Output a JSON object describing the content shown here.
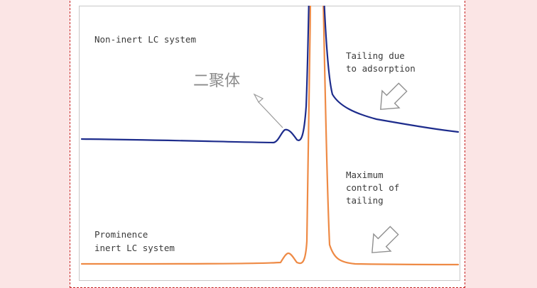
{
  "chart_data": {
    "type": "line",
    "title": "",
    "xlabel": "",
    "ylabel": "",
    "grid": false,
    "series": [
      {
        "label_lines": [
          "Non-inert LC system"
        ],
        "color": "#1d2c8c"
      },
      {
        "label_lines": [
          "Prominence",
          "inert LC system"
        ],
        "color": "#ee8a45"
      }
    ],
    "annotations": [
      {
        "id": "dimer",
        "text": "二聚体"
      },
      {
        "id": "tailing",
        "lines": [
          "Tailing due",
          "to adsorption"
        ]
      },
      {
        "id": "control",
        "lines": [
          "Maximum",
          "control of",
          "tailing"
        ]
      }
    ],
    "colors": {
      "arrow_fill": "#ffffff",
      "arrow_stroke": "#8f8f8f"
    }
  }
}
